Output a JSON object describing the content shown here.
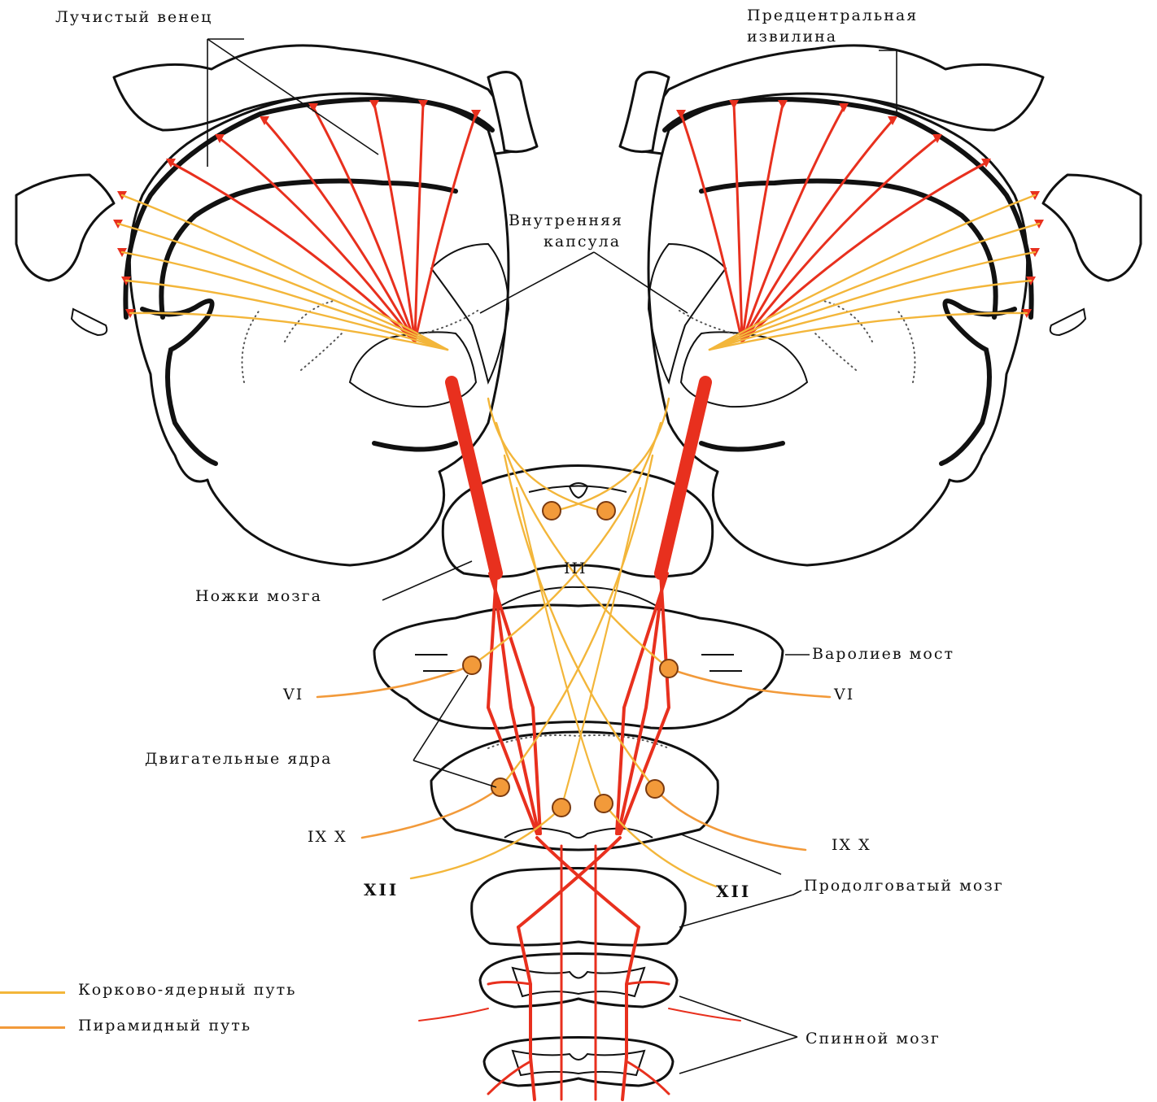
{
  "colors": {
    "corticonuclear": "#f3b63a",
    "pyramidal": "#e8301e",
    "outline": "#111111",
    "nucleus": "#f29a3a"
  },
  "labels": {
    "corona_radiata": "Лучистый венец",
    "precentral_line1": "Предцентральная",
    "precentral_line2": "извилина",
    "internal_capsule_line1": "Внутренняя",
    "internal_capsule_line2": "капсула",
    "cerebral_peduncles": "Ножки мозга",
    "nerve_III": "III",
    "pons": "Варолиев мост",
    "nerve_VI_left": "VI",
    "nerve_VI_right": "VI",
    "motor_nuclei": "Двигательные ядра",
    "nerve_IX_X_left": "IX X",
    "nerve_IX_X_right": "IX X",
    "nerve_XII_left": "XII",
    "nerve_XII_right": "XII",
    "medulla": "Продолговатый мозг",
    "spinal_cord": "Спинной мозг"
  },
  "legend": {
    "corticonuclear": "Корково-ядерный путь",
    "pyramidal": "Пирамидный путь"
  }
}
